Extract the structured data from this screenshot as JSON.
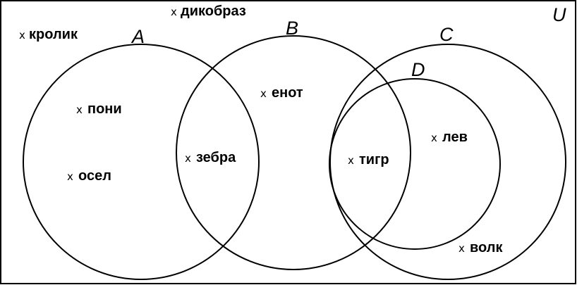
{
  "universe": {
    "label": "U"
  },
  "sets": {
    "A": {
      "label": "A"
    },
    "B": {
      "label": "B"
    },
    "C": {
      "label": "C"
    },
    "D": {
      "label": "D"
    }
  },
  "element_marker": "x",
  "elements": {
    "dikobraz": "дикобраз",
    "krolik": "кролик",
    "poni": "пони",
    "osel": "осел",
    "zebra": "зебра",
    "enot": "енот",
    "tigr": "тигр",
    "lev": "лев",
    "volk": "волк"
  }
}
